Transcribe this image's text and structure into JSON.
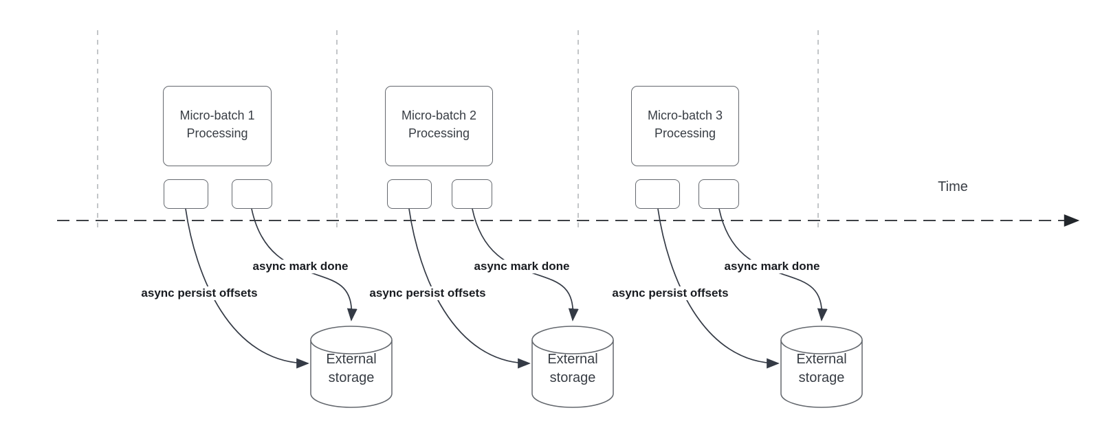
{
  "time_axis_label": "Time",
  "batches": [
    {
      "title_line1": "Micro-batch 1",
      "title_line2": "Processing",
      "persist_label": "async persist offsets",
      "done_label": "async mark done",
      "storage_line1": "External",
      "storage_line2": "storage"
    },
    {
      "title_line1": "Micro-batch 2",
      "title_line2": "Processing",
      "persist_label": "async persist offsets",
      "done_label": "async mark done",
      "storage_line1": "External",
      "storage_line2": "storage"
    },
    {
      "title_line1": "Micro-batch 3",
      "title_line2": "Processing",
      "persist_label": "async persist offsets",
      "done_label": "async mark done",
      "storage_line1": "External",
      "storage_line2": "storage"
    }
  ],
  "colors": {
    "shape_border": "#63676d",
    "connector": "#343a45",
    "timeline": "#22262b",
    "boundary_line": "#b4b7bb",
    "label_text": "#181b20",
    "body_text": "#383d44"
  }
}
